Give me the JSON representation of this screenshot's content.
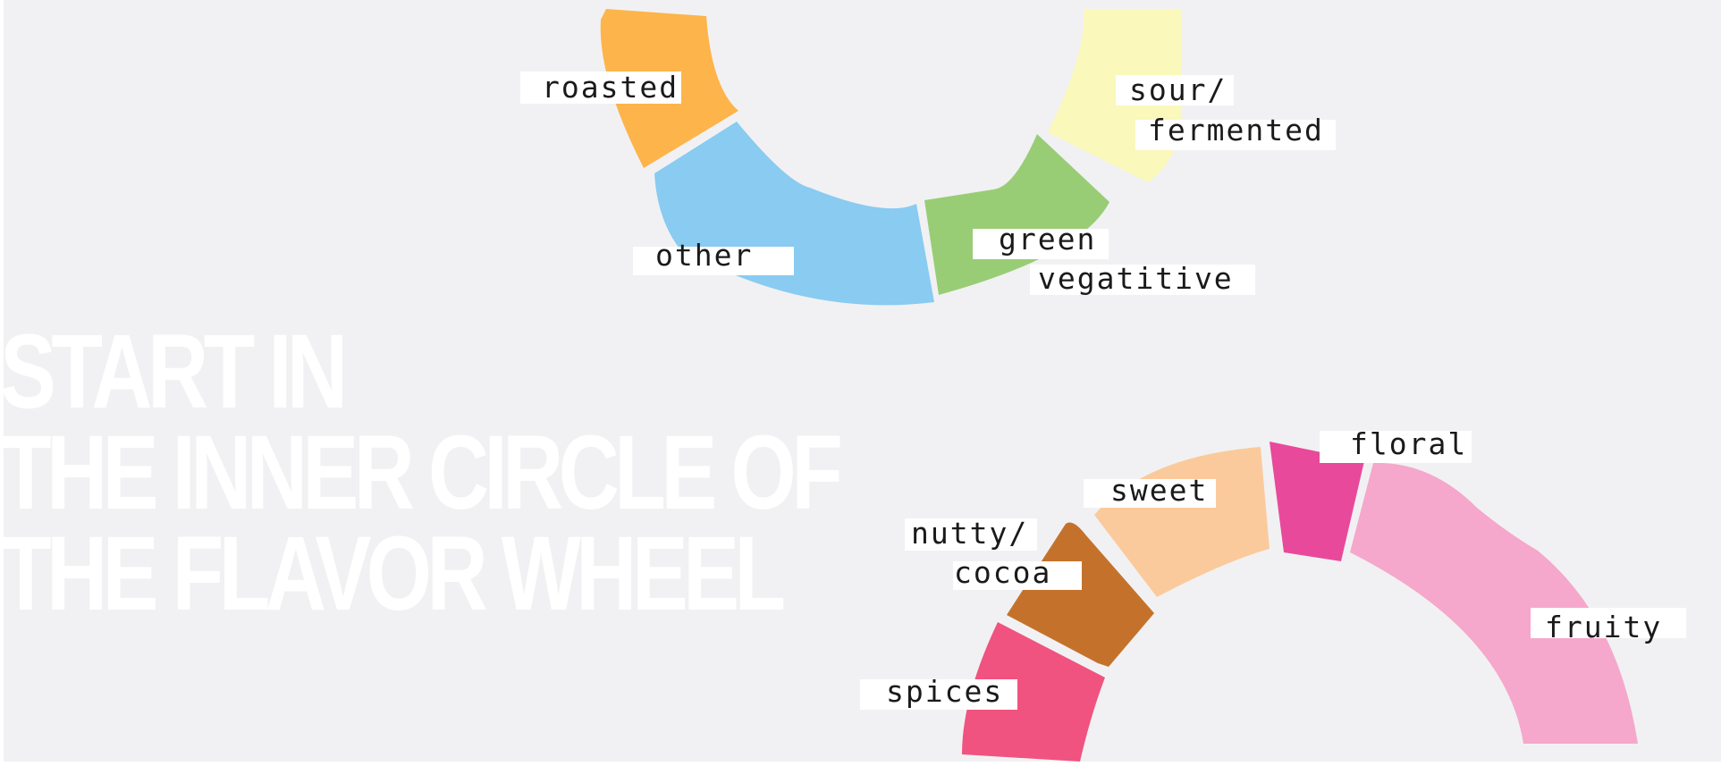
{
  "headline": {
    "line1": "START IN",
    "line2": "THE INNER CIRCLE OF",
    "line3": "THE FLAVOR WHEEL"
  },
  "wheel": {
    "segments": [
      {
        "id": "roasted",
        "lines": [
          "roasted"
        ],
        "color": "#fdb44b"
      },
      {
        "id": "other",
        "lines": [
          "other"
        ],
        "color": "#89cbf1"
      },
      {
        "id": "green-vegatitive",
        "lines": [
          "green",
          "vegatitive"
        ],
        "color": "#98cd76"
      },
      {
        "id": "sour-fermented",
        "lines": [
          "sour/",
          "fermented"
        ],
        "color": "#faf8bb"
      },
      {
        "id": "spices",
        "lines": [
          "spices"
        ],
        "color": "#f0537f"
      },
      {
        "id": "nutty-cocoa",
        "lines": [
          "nutty/",
          "cocoa"
        ],
        "color": "#c4722b"
      },
      {
        "id": "sweet",
        "lines": [
          "sweet"
        ],
        "color": "#fbca9c"
      },
      {
        "id": "floral",
        "lines": [
          "floral"
        ],
        "color": "#e9499b"
      },
      {
        "id": "fruity",
        "lines": [
          "fruity"
        ],
        "color": "#f5a8cb"
      }
    ]
  }
}
